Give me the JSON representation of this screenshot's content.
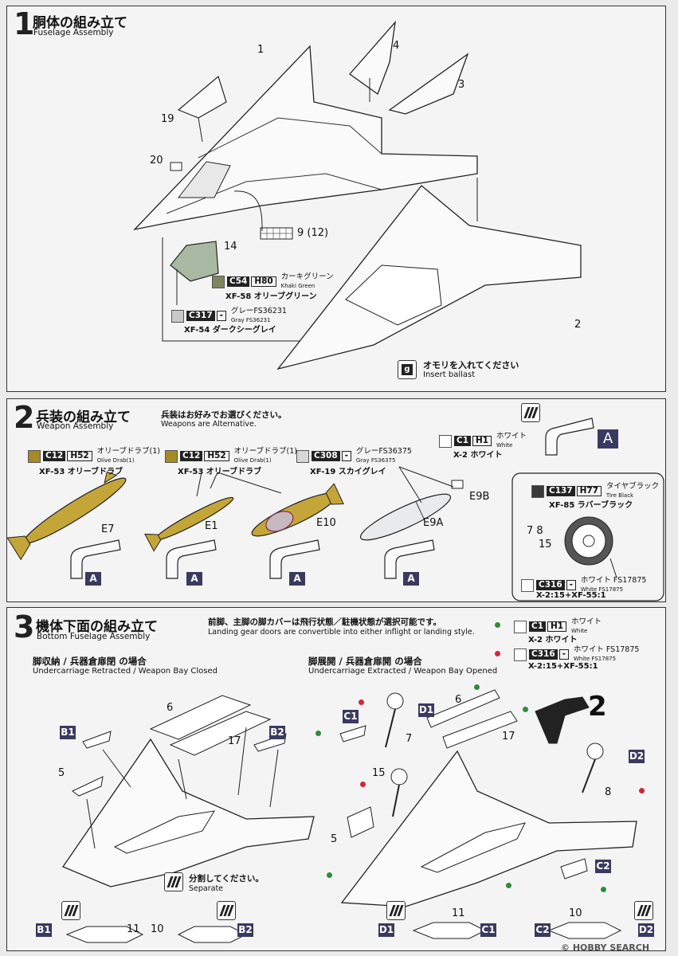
{
  "step1": {
    "number": "1",
    "title_jp": "胴体の組み立て",
    "title_en": "Fuselage Assembly",
    "parts": [
      "1",
      "2",
      "3",
      "4",
      "9 (12)",
      "14",
      "19",
      "20"
    ],
    "paint1": {
      "code": "C54",
      "code2": "H80",
      "jp": "カーキグリーン",
      "en": "Khaki Green",
      "xf": "XF-58 オリーブグリーン",
      "color": "#7f8461"
    },
    "paint2": {
      "code": "C317",
      "code2": "-",
      "jp": "グレーFS36231",
      "en": "Gray FS36231",
      "xf": "XF-54 ダークシーグレイ",
      "color": "#c8cac8"
    },
    "ballast_jp": "オモリを入れてください",
    "ballast_en": "Insert ballast",
    "ballast_icon": "g"
  },
  "step2": {
    "number": "2",
    "title_jp": "兵装の組み立て",
    "title_en": "Weapon  Assembly",
    "note_jp": "兵装はお好みでお選びください。",
    "note_en": "Weapons are Alternative.",
    "paintA": {
      "code": "C12",
      "code2": "H52",
      "jp": "オリーブドラブ(1)",
      "en": "Olive Drab(1)",
      "xf": "XF-53 オリーブドラブ",
      "color": "#a58a26"
    },
    "paintB": {
      "code": "C12",
      "code2": "H52",
      "jp": "オリーブドラブ(1)",
      "en": "Olive Drab(1)",
      "xf": "XF-53 オリーブドラブ",
      "color": "#a58a26"
    },
    "paintC": {
      "code": "C308",
      "code2": "-",
      "jp": "グレーFS36375",
      "en": "Gray FS36375",
      "xf": "XF-19 スカイグレイ",
      "color": "#d5d7d8"
    },
    "paintWhite": {
      "code": "C1",
      "code2": "H1",
      "jp": "ホワイト",
      "en": "White",
      "xf": "X-2 ホワイト",
      "color": "#ffffff"
    },
    "parts": [
      "E7",
      "E1",
      "E10",
      "E9A",
      "E9B"
    ],
    "badge": "A",
    "wheel": {
      "paint1": {
        "code": "C137",
        "code2": "H77",
        "jp": "タイヤブラック",
        "en": "Tire Black",
        "xf": "XF-85 ラバーブラック",
        "color": "#3a3a3a"
      },
      "paint2": {
        "code": "C316",
        "code2": "-",
        "jp": "ホワイト FS17875",
        "en": "White FS17875",
        "xf": "X-2:15+XF-55:1",
        "color": "#ffffff"
      },
      "parts_a": "7  8",
      "parts_b": "15"
    }
  },
  "step3": {
    "number": "3",
    "title_jp": "機体下面の組み立て",
    "title_en": "Bottom Fuselage Assembly",
    "note_jp": "前脚、主脚の脚カバーは飛行状態／駐機状態が選択可能です。",
    "note_en": "Landing gear doors are convertible into either inflight or landing style.",
    "green_paint": {
      "code": "C1",
      "code2": "H1",
      "jp": "ホワイト",
      "en": "White",
      "xf": "X-2 ホワイト"
    },
    "red_paint": {
      "code": "C316",
      "code2": "-",
      "jp": "ホワイト FS17875",
      "en": "White FS17875",
      "xf": "X-2:15+XF-55:1"
    },
    "left_title_jp": "脚収納 / 兵器倉扉閉 の場合",
    "left_title_en": "Undercarriage Retracted / Weapon Bay Closed",
    "right_title_jp": "脚展開 / 兵器倉扉開 の場合",
    "right_title_en": "Undercarriage Extracted / Weapon Bay Opened",
    "separate_jp": "分割してください。",
    "separate_en": "Separate",
    "left_parts": [
      "6",
      "17",
      "5",
      "B1",
      "B2",
      "11",
      "10"
    ],
    "right_parts": [
      "6",
      "17",
      "7",
      "15",
      "5",
      "8",
      "2",
      "C1",
      "D1",
      "D2",
      "C2",
      "11",
      "10"
    ]
  },
  "watermark": "© HOBBY SEARCH"
}
